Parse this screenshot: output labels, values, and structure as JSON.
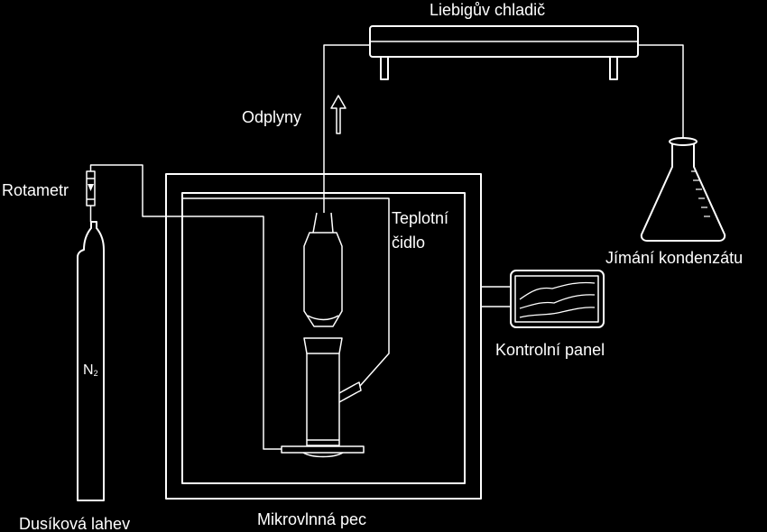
{
  "colors": {
    "background": "#000000",
    "stroke": "#ffffff",
    "text": "#ffffff"
  },
  "labels": {
    "condenser": "Liebigův chladič",
    "offgas": "Odplyny",
    "rotameter": "Rotametr",
    "thermo_line1": "Teplotní",
    "thermo_line2": "čidlo",
    "collection": "Jímání kondenzátu",
    "control_panel": "Kontrolní panel",
    "cylinder_gas": "N",
    "cylinder_gas_sub": "2",
    "cylinder": "Dusíková lahev",
    "oven": "Mikrovlnná pec"
  },
  "icons": {
    "offgas_arrow": "up-arrow-icon",
    "rotameter": "rotameter-icon",
    "cylinder": "gas-cylinder-icon",
    "flask": "erlenmeyer-flask-icon",
    "condenser": "liebig-condenser-icon",
    "control_panel": "monitor-graph-icon",
    "reactor": "reactor-vessel-icon"
  }
}
